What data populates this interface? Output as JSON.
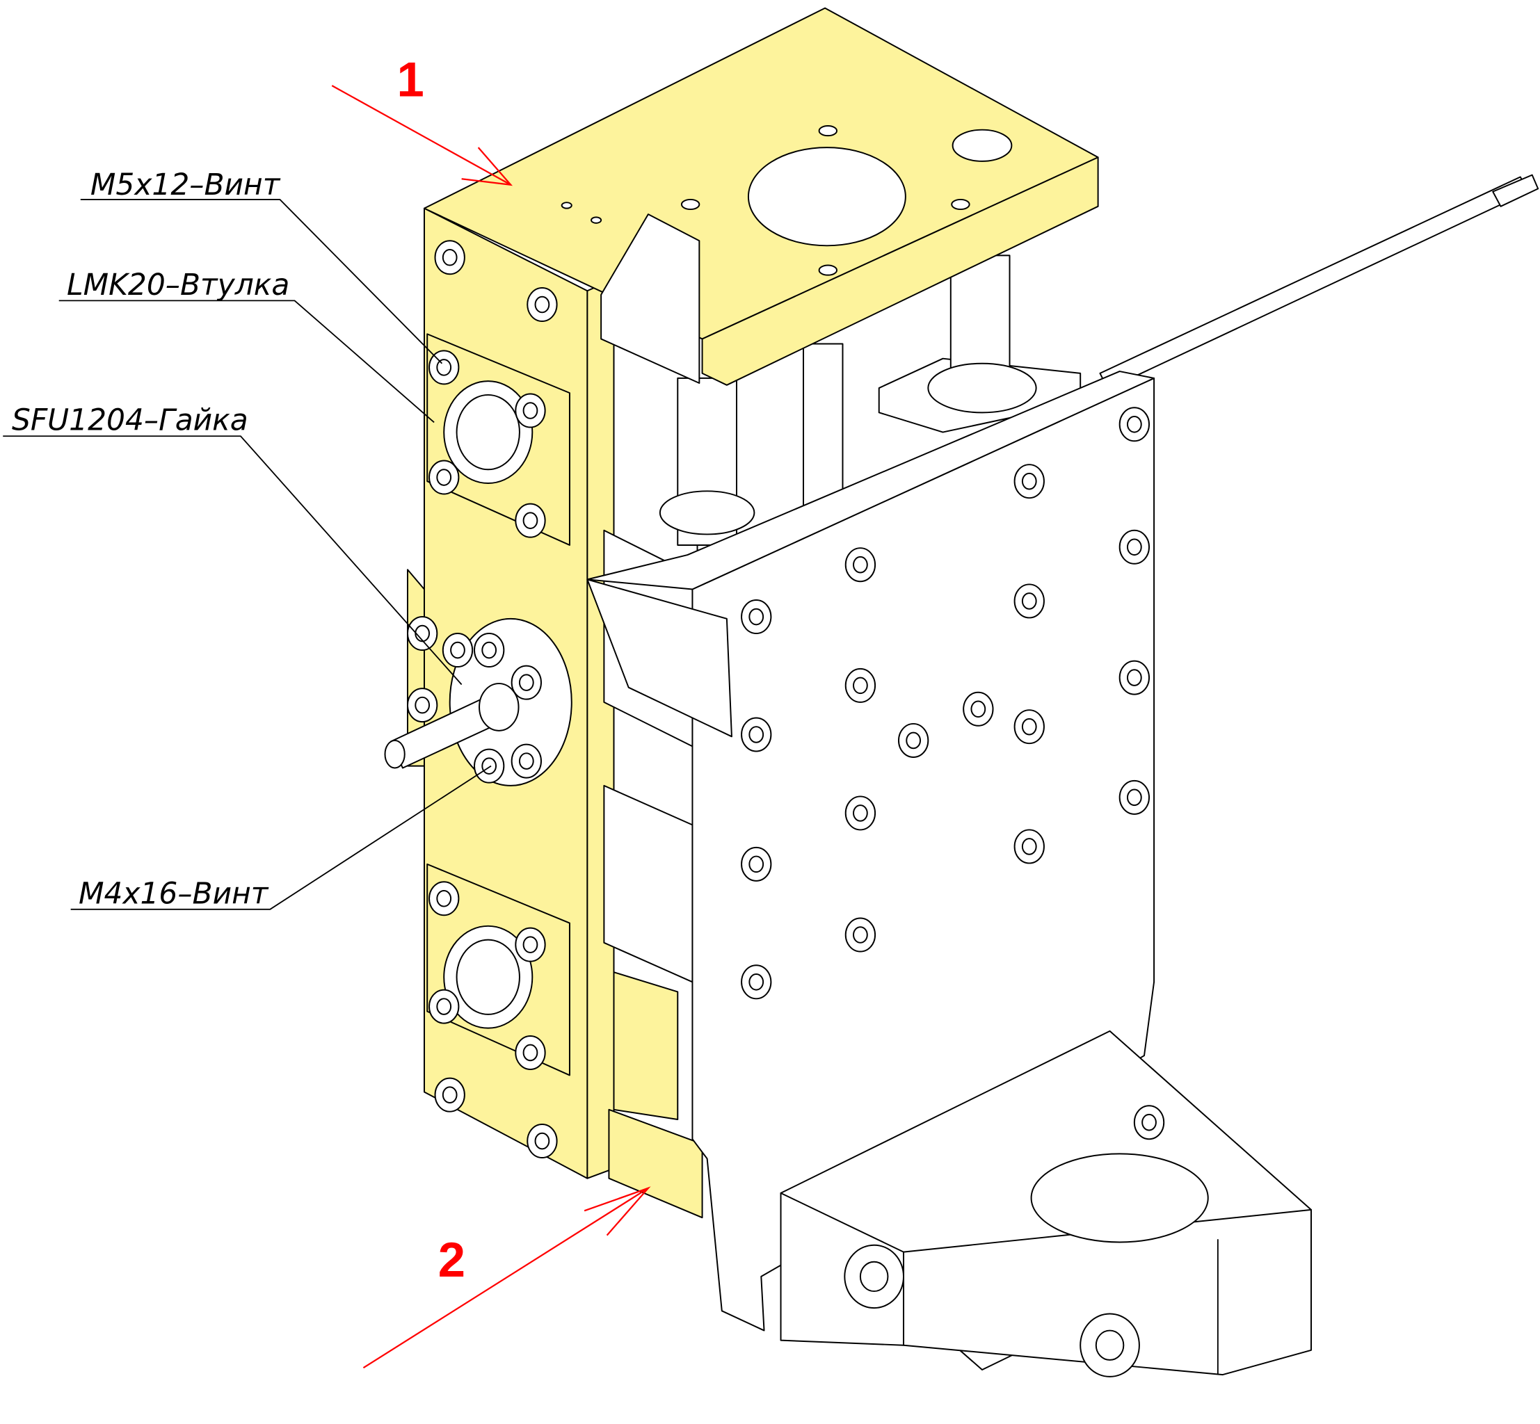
{
  "colors": {
    "highlight": "#fdf39c",
    "part": "#ffffff",
    "arrow": "#ff0000",
    "line": "#000000"
  },
  "callouts": [
    {
      "id": "1",
      "text": "1"
    },
    {
      "id": "2",
      "text": "2"
    }
  ],
  "labels": {
    "m5x12": "M5x12–Винт",
    "lmk20": "LMK20–Втулка",
    "sfu1204": "SFU1204–Гайка",
    "m4x16": "M4x16–Винт"
  }
}
